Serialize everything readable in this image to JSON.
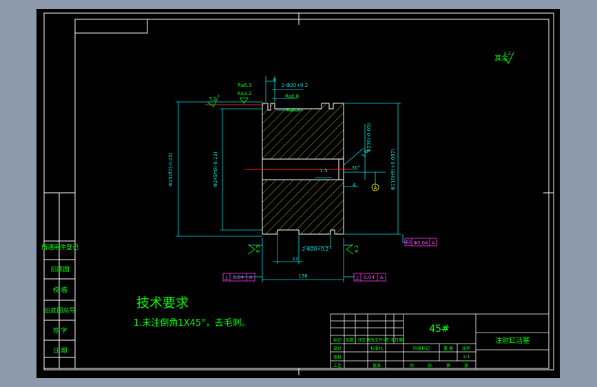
{
  "colors": {
    "background": "#8d99ad",
    "sheet": "#000000",
    "frame": "#ffffff",
    "dimension": "#00e6e6",
    "hatch": "#e6e600",
    "text": "#00ff00",
    "center": "#ff2020",
    "annotation": "#ff40ff"
  },
  "roughness_note": "其余",
  "roughness_value": "3.2",
  "technical_requirements": {
    "title": "技术要求",
    "item": "1.未注倒角1X45°，去毛刺。"
  },
  "left_side_panel": [
    "借通用件登记",
    "旧底图",
    "校 描",
    "旧底图总号",
    "签 字",
    "日 期"
  ],
  "title_block": {
    "material": "45#",
    "part_name": "注射缸活塞",
    "scale": "1:3",
    "header_labels": [
      "标记",
      "处数",
      "分区",
      "更改文件号",
      "签 字",
      "日期"
    ],
    "row_labels": [
      "设计",
      "审核",
      "工艺"
    ],
    "standardization": "标准化",
    "approve": "批准",
    "stage_labels": [
      "阶段标记",
      "重 量",
      "比例"
    ],
    "sheet_labels": [
      "共",
      "张",
      "第",
      "张"
    ]
  },
  "dimensions": {
    "outer_diameter": "Φ250f7(-0.05)",
    "inner_diameter": "Φ245h9(-0.13)",
    "bore_diameter": "Φ110H9(+0.087)",
    "right_diameter": "Φ230(-0.05)",
    "total_length": "136",
    "groove_width_top": "2-Φ20+0.2",
    "groove_width_bottom": "2-Φ20+0.2",
    "groove_top_small": "6",
    "groove_bottom_small": "12",
    "chamfer": "1.5",
    "right_small": "4",
    "angle": "30°",
    "surface_top": "3.2",
    "ra_a": "Ra6.3",
    "ra_b": "Ra3.2",
    "ra_c": "Ra0.8",
    "ra_right": "1.6",
    "left_bottom_ra": "6.3",
    "right_bottom_ra": "6.3",
    "roundness": "Φ0.04",
    "roundness_datum": "A",
    "perp_left": "0.04",
    "perp_left_datum": "A",
    "perp_right": "0.04",
    "perp_right_datum": "A",
    "datum": "A"
  }
}
